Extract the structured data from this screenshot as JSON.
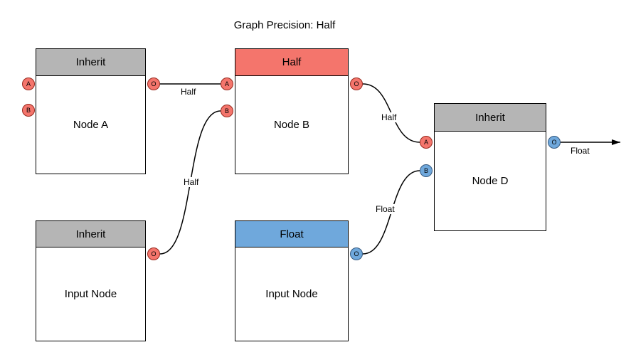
{
  "title": "Graph Precision: Half",
  "nodes": {
    "node_a": {
      "header": "Inherit",
      "label": "Node A",
      "ports": {
        "in_a": "A",
        "in_b": "B",
        "out": "O"
      }
    },
    "node_b": {
      "header": "Half",
      "label": "Node B",
      "ports": {
        "in_a": "A",
        "in_b": "B",
        "out": "O"
      }
    },
    "node_d": {
      "header": "Inherit",
      "label": "Node D",
      "ports": {
        "in_a": "A",
        "in_b": "B",
        "out": "O"
      }
    },
    "input_node_left": {
      "header": "Inherit",
      "label": "Input Node",
      "ports": {
        "out": "O"
      }
    },
    "input_node_bottom": {
      "header": "Float",
      "label": "Input Node",
      "ports": {
        "out": "O"
      }
    }
  },
  "edges": {
    "node_a_to_node_b": {
      "label": "Half"
    },
    "input_left_to_node_b": {
      "label": "Half"
    },
    "node_b_to_node_d": {
      "label": "Half"
    },
    "input_bottom_to_node_d": {
      "label": "Float"
    },
    "node_d_output": {
      "label": "Float"
    }
  },
  "colors": {
    "header_inherit": "#b5b5b5",
    "header_half": "#f4756c",
    "header_float": "#6fa8dc",
    "port_red_fill": "#f4756c",
    "port_red_stroke": "#97291e",
    "port_blue_fill": "#6fa8dc",
    "port_blue_stroke": "#35597f",
    "edge_stroke": "#000000"
  }
}
